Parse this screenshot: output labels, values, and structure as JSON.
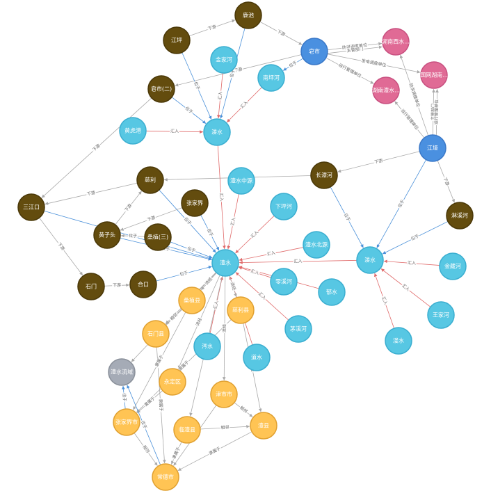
{
  "colors": {
    "station": "#634c0e",
    "station_stroke": "#4a3808",
    "river": "#57c7e3",
    "river_stroke": "#3aaed0",
    "org": "#4a90e0",
    "org_stroke": "#3a78c8",
    "dept": "#e06a95",
    "dept_stroke": "#c85080",
    "county": "#ffc454",
    "county_stroke": "#e0a030",
    "basin": "#a5abb6",
    "basin_stroke": "#8a909a",
    "edge_default": "#a9a9a9",
    "edge_flow": "#e06a6a",
    "edge_locate": "#4a90d9"
  },
  "nodes": [
    {
      "id": "yuchi",
      "label": "鹿池",
      "type": "station"
    },
    {
      "id": "jiangping",
      "label": "江坪",
      "type": "station"
    },
    {
      "id": "jinjiahe",
      "label": "金家河",
      "type": "river"
    },
    {
      "id": "zhaoshi",
      "label": "皂市",
      "type": "org"
    },
    {
      "id": "hunan_li",
      "label": "湖南西水...",
      "type": "dept"
    },
    {
      "id": "guowang",
      "label": "国网湖南...",
      "type": "dept"
    },
    {
      "id": "hunan_li2",
      "label": "湖南澧水...",
      "type": "dept"
    },
    {
      "id": "nanpinghe",
      "label": "南坪河",
      "type": "river"
    },
    {
      "id": "zaoshi2",
      "label": "皂市(二)",
      "type": "station"
    },
    {
      "id": "xieshui",
      "label": "溇水",
      "type": "river"
    },
    {
      "id": "huanghugang",
      "label": "黄虎港",
      "type": "river"
    },
    {
      "id": "jiangya",
      "label": "江垭",
      "type": "org"
    },
    {
      "id": "changtan",
      "label": "长潭河",
      "type": "station"
    },
    {
      "id": "cili",
      "label": "慈利",
      "type": "station"
    },
    {
      "id": "lishuizhongyuan",
      "label": "澧水中源",
      "type": "river"
    },
    {
      "id": "sanjiangkou",
      "label": "三江口",
      "type": "station"
    },
    {
      "id": "zhangjiajie",
      "label": "张家界",
      "type": "station"
    },
    {
      "id": "xiaping",
      "label": "下坪河",
      "type": "river"
    },
    {
      "id": "linxihe",
      "label": "淋溪河",
      "type": "station"
    },
    {
      "id": "huangzitou",
      "label": "黄子头",
      "type": "station"
    },
    {
      "id": "sangzhi3",
      "label": "桑植(三)",
      "type": "station"
    },
    {
      "id": "lishuibeiyuan",
      "label": "澧水北源",
      "type": "river"
    },
    {
      "id": "lishui",
      "label": "澧水",
      "type": "river"
    },
    {
      "id": "lushui",
      "label": "溇水",
      "type": "river"
    },
    {
      "id": "jinchanghe",
      "label": "金藏河",
      "type": "river"
    },
    {
      "id": "shimen",
      "label": "石门",
      "type": "station"
    },
    {
      "id": "hekou",
      "label": "合口",
      "type": "station"
    },
    {
      "id": "lingxihe",
      "label": "零溪河",
      "type": "river"
    },
    {
      "id": "yushui",
      "label": "郁水",
      "type": "river"
    },
    {
      "id": "sangzhixian",
      "label": "桑植县",
      "type": "county"
    },
    {
      "id": "cilixian",
      "label": "慈利县",
      "type": "county"
    },
    {
      "id": "maoxihe",
      "label": "茅溪河",
      "type": "river"
    },
    {
      "id": "wangjiahe",
      "label": "王家河",
      "type": "river"
    },
    {
      "id": "shimenxian",
      "label": "石门县",
      "type": "county"
    },
    {
      "id": "fushui",
      "label": "涔水",
      "type": "river"
    },
    {
      "id": "daoshui",
      "label": "道水",
      "type": "river"
    },
    {
      "id": "xieshui2",
      "label": "溇水",
      "type": "river"
    },
    {
      "id": "lishuiliuyu",
      "label": "澧水流域",
      "type": "basin"
    },
    {
      "id": "yongdingqu",
      "label": "永定区",
      "type": "county"
    },
    {
      "id": "jinshishi",
      "label": "津市市",
      "type": "county"
    },
    {
      "id": "zhangjiajieshi",
      "label": "张家界市",
      "type": "county"
    },
    {
      "id": "linlixian",
      "label": "临澧县",
      "type": "county"
    },
    {
      "id": "lixian",
      "label": "澧县",
      "type": "county"
    },
    {
      "id": "changdeshi",
      "label": "常德市",
      "type": "county"
    }
  ],
  "edges": [
    {
      "from": "jiangping",
      "to": "yuchi",
      "label": "下游",
      "kind": "default"
    },
    {
      "from": "yuchi",
      "to": "zhaoshi",
      "label": "下游",
      "kind": "default"
    },
    {
      "from": "zhaoshi",
      "to": "hunan_li",
      "label": "防洪调度单位",
      "kind": "default"
    },
    {
      "from": "zhaoshi",
      "to": "hunan_li",
      "label": "主管部门",
      "kind": "default"
    },
    {
      "from": "zhaoshi",
      "to": "guowang",
      "label": "发电调度单位",
      "kind": "default"
    },
    {
      "from": "zhaoshi",
      "to": "hunan_li2",
      "label": "运行管理单位",
      "kind": "default"
    },
    {
      "from": "zhaoshi",
      "to": "nanpinghe",
      "label": "位于",
      "kind": "locate"
    },
    {
      "from": "zhaoshi",
      "to": "zaoshi2",
      "label": "下游",
      "kind": "default"
    },
    {
      "from": "jiangping",
      "to": "xieshui",
      "label": "位于",
      "kind": "locate"
    },
    {
      "from": "yuchi",
      "to": "xieshui",
      "label": "位于",
      "kind": "locate"
    },
    {
      "from": "jinjiahe",
      "to": "xieshui",
      "label": "汇入",
      "kind": "flow"
    },
    {
      "from": "nanpinghe",
      "to": "xieshui",
      "label": "汇入",
      "kind": "flow"
    },
    {
      "from": "zaoshi2",
      "to": "xieshui",
      "label": "位于",
      "kind": "locate"
    },
    {
      "from": "huanghugang",
      "to": "xieshui",
      "label": "汇入",
      "kind": "flow"
    },
    {
      "from": "zaoshi2",
      "to": "sanjiangkou",
      "label": "下游",
      "kind": "default"
    },
    {
      "from": "jiangya",
      "to": "hunan_li",
      "label": "防洪调度单位",
      "kind": "default"
    },
    {
      "from": "jiangya",
      "to": "guowang",
      "label": "主管部门",
      "kind": "default"
    },
    {
      "from": "jiangya",
      "to": "guowang",
      "label": "运行管理单位",
      "kind": "default"
    },
    {
      "from": "jiangya",
      "to": "hunan_li2",
      "label": "运行管理单位",
      "kind": "default"
    },
    {
      "from": "jiangya",
      "to": "changtan",
      "label": "下游",
      "kind": "default"
    },
    {
      "from": "jiangya",
      "to": "lushui",
      "label": "位于",
      "kind": "locate"
    },
    {
      "from": "jiangya",
      "to": "linxihe",
      "label": "下游",
      "kind": "default"
    },
    {
      "from": "changtan",
      "to": "cili",
      "label": "",
      "kind": "default"
    },
    {
      "from": "changtan",
      "to": "lushui",
      "label": "位于",
      "kind": "locate"
    },
    {
      "from": "linxihe",
      "to": "lushui",
      "label": "位于",
      "kind": "locate"
    },
    {
      "from": "cili",
      "to": "sanjiangkou",
      "label": "下游",
      "kind": "default"
    },
    {
      "from": "cili",
      "to": "lishui",
      "label": "位于",
      "kind": "locate"
    },
    {
      "from": "huangzitou",
      "to": "cili",
      "label": "下游",
      "kind": "default"
    },
    {
      "from": "sanjiangkou",
      "to": "lishui",
      "label": "",
      "kind": "locate"
    },
    {
      "from": "sanjiangkou",
      "to": "shimen",
      "label": "下游",
      "kind": "default"
    },
    {
      "from": "zhangjiajie",
      "to": "huangzitou",
      "label": "下游",
      "kind": "default"
    },
    {
      "from": "zhangjiajie",
      "to": "lishui",
      "label": "位于",
      "kind": "locate"
    },
    {
      "from": "sangzhi3",
      "to": "huangzitou",
      "label": "位于",
      "kind": "default"
    },
    {
      "from": "sangzhi3",
      "to": "lishui",
      "label": "位于",
      "kind": "locate"
    },
    {
      "from": "huangzitou",
      "to": "lishui",
      "label": "位于",
      "kind": "locate"
    },
    {
      "from": "xieshui",
      "to": "lishui",
      "label": "汇入",
      "kind": "flow"
    },
    {
      "from": "lishuizhongyuan",
      "to": "lishui",
      "label": "汇入",
      "kind": "flow"
    },
    {
      "from": "xiaping",
      "to": "lishui",
      "label": "汇入",
      "kind": "flow"
    },
    {
      "from": "lishuibeiyuan",
      "to": "lishui",
      "label": "汇入",
      "kind": "flow"
    },
    {
      "from": "lushui",
      "to": "lishui",
      "label": "汇入",
      "kind": "flow"
    },
    {
      "from": "jinchanghe",
      "to": "lushui",
      "label": "汇入",
      "kind": "flow"
    },
    {
      "from": "wangjiahe",
      "to": "lushui",
      "label": "汇入",
      "kind": "flow"
    },
    {
      "from": "xieshui2",
      "to": "lushui",
      "label": "汇入",
      "kind": "flow"
    },
    {
      "from": "shimen",
      "to": "hekou",
      "label": "下游",
      "kind": "default"
    },
    {
      "from": "hekou",
      "to": "lishui",
      "label": "位于",
      "kind": "locate"
    },
    {
      "from": "lingxihe",
      "to": "lishui",
      "label": "汇入",
      "kind": "flow"
    },
    {
      "from": "yushui",
      "to": "lishui",
      "label": "汇入",
      "kind": "flow"
    },
    {
      "from": "maoxihe",
      "to": "lishui",
      "label": "汇入",
      "kind": "flow"
    },
    {
      "from": "fushui",
      "to": "lishui",
      "label": "汇入",
      "kind": "flow"
    },
    {
      "from": "daoshui",
      "to": "lishui",
      "label": "汇入",
      "kind": "flow"
    },
    {
      "from": "lishui",
      "to": "sangzhixian",
      "label": "流经",
      "kind": "default"
    },
    {
      "from": "lishui",
      "to": "cilixian",
      "label": "流经",
      "kind": "default"
    },
    {
      "from": "lishui",
      "to": "shimenxian",
      "label": "流经",
      "kind": "default"
    },
    {
      "from": "lishui",
      "to": "jinshishi",
      "label": "流经",
      "kind": "default"
    },
    {
      "from": "lishui",
      "to": "linlixian",
      "label": "流经",
      "kind": "default"
    },
    {
      "from": "lishui",
      "to": "yongdingqu",
      "label": "流经",
      "kind": "default"
    },
    {
      "from": "lishui",
      "to": "lishuiliuyu",
      "label": "位于",
      "kind": "default"
    },
    {
      "from": "cilixian",
      "to": "lixian",
      "label": "流经",
      "kind": "default"
    },
    {
      "from": "sangzhixian",
      "to": "shimenxian",
      "label": "相邻",
      "kind": "default"
    },
    {
      "from": "sangzhixian",
      "to": "zhangjiajieshi",
      "label": "隶属于",
      "kind": "default"
    },
    {
      "from": "shimenxian",
      "to": "changdeshi",
      "label": "隶属于",
      "kind": "default"
    },
    {
      "from": "cilixian",
      "to": "zhangjiajieshi",
      "label": "隶属于",
      "kind": "default"
    },
    {
      "from": "yongdingqu",
      "to": "zhangjiajieshi",
      "label": "隶属于",
      "kind": "default"
    },
    {
      "from": "zhangjiajieshi",
      "to": "lishuiliuyu",
      "label": "位于",
      "kind": "locate"
    },
    {
      "from": "changdeshi",
      "to": "lishuiliuyu",
      "label": "位于",
      "kind": "locate"
    },
    {
      "from": "zhangjiajieshi",
      "to": "changdeshi",
      "label": "相邻",
      "kind": "default"
    },
    {
      "from": "linlixian",
      "to": "changdeshi",
      "label": "隶属于",
      "kind": "default"
    },
    {
      "from": "linlixian",
      "to": "lixian",
      "label": "相邻",
      "kind": "default"
    },
    {
      "from": "jinshishi",
      "to": "lixian",
      "label": "相邻",
      "kind": "default"
    },
    {
      "from": "lixian",
      "to": "changdeshi",
      "label": "隶属于",
      "kind": "default"
    },
    {
      "from": "jinshishi",
      "to": "changdeshi",
      "label": "",
      "kind": "default"
    }
  ]
}
